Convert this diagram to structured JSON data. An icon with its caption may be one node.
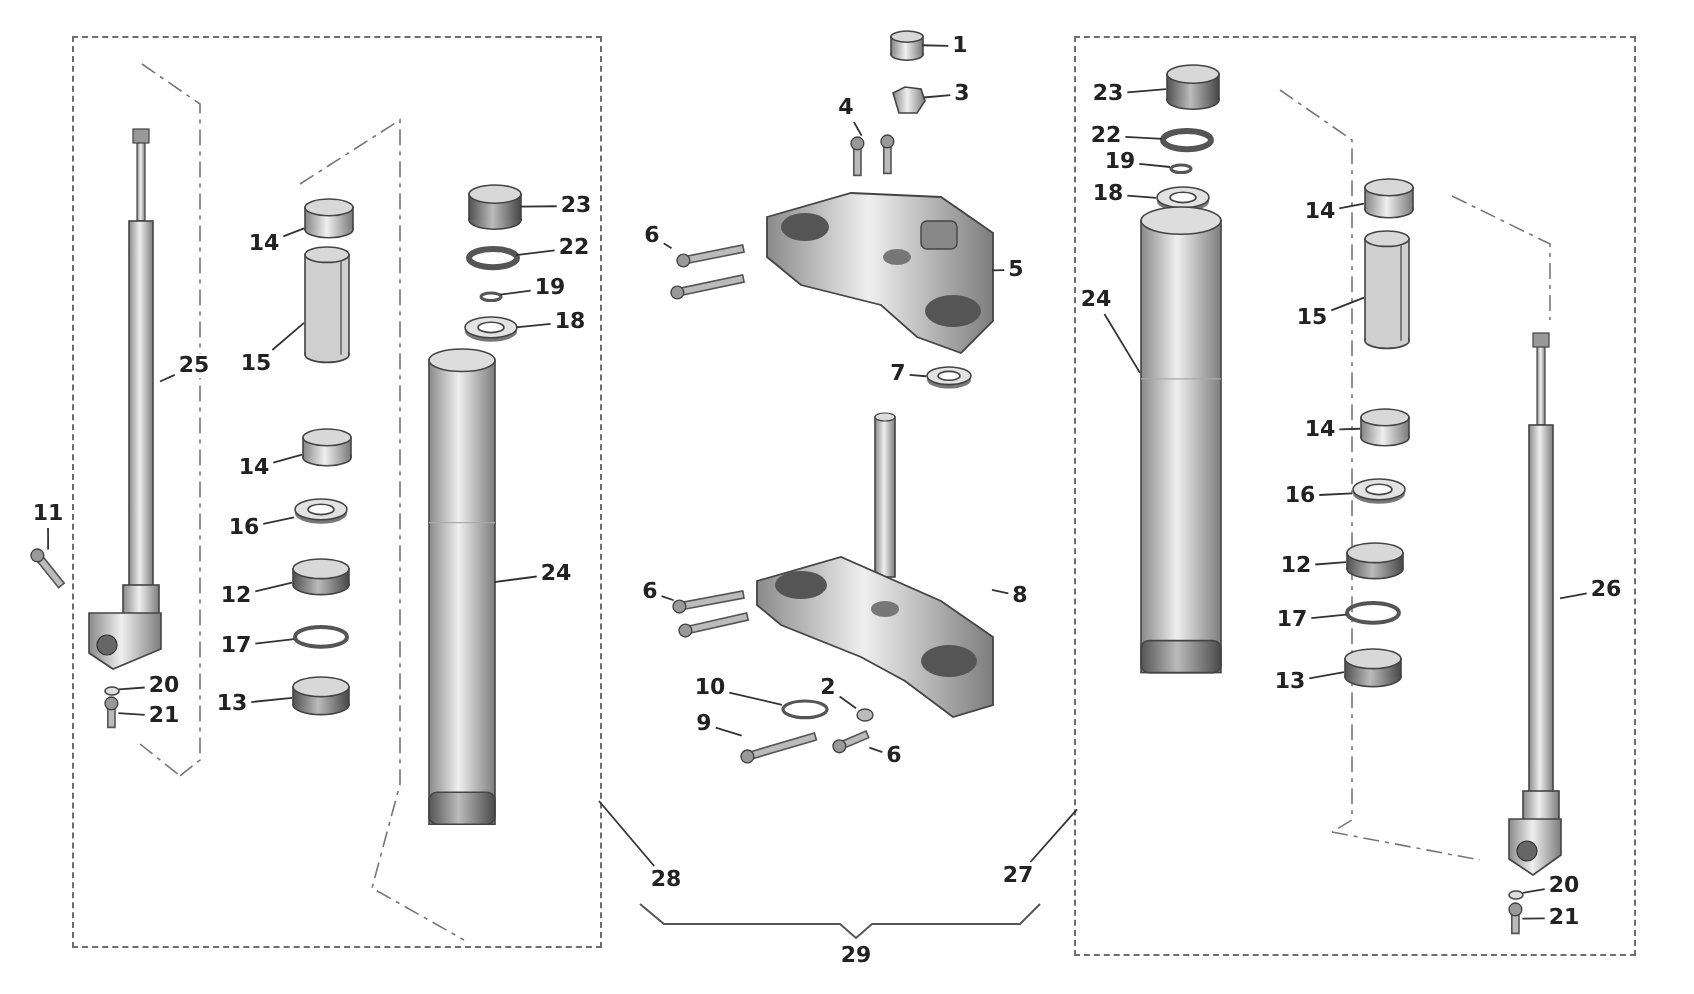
{
  "diagram": {
    "nodes": [
      {
        "text": [],
        "shape": "box"
      },
      {
        "text": [
          "25"
        ],
        "in": 0
      },
      {
        "text": [],
        "shape": "picture",
        "in": 0
      },
      {
        "text": [
          "11"
        ]
      },
      {
        "text": [],
        "shape": "picture"
      },
      {
        "text": [
          "20"
        ],
        "in": 0
      },
      {
        "text": [],
        "shape": "circle",
        "in": 0
      },
      {
        "text": [
          "21"
        ],
        "in": 0
      },
      {
        "text": [],
        "shape": "picture",
        "in": 0
      },
      {
        "text": [
          "14"
        ],
        "in": 0
      },
      {
        "text": [],
        "shape": "picture",
        "in": 0
      },
      {
        "text": [
          "15"
        ],
        "in": 0
      },
      {
        "text": [],
        "shape": "picture",
        "in": 0
      },
      {
        "text": [
          "14"
        ],
        "in": 0
      },
      {
        "text": [],
        "shape": "picture",
        "in": 0
      },
      {
        "text": [
          "16"
        ],
        "in": 0
      },
      {
        "text": [],
        "shape": "picture",
        "in": 0
      },
      {
        "text": [
          "12"
        ],
        "in": 0
      },
      {
        "text": [],
        "shape": "picture",
        "in": 0
      },
      {
        "text": [
          "17"
        ],
        "in": 0
      },
      {
        "text": [],
        "shape": "circle",
        "in": 0
      },
      {
        "text": [
          "13"
        ],
        "in": 0
      },
      {
        "text": [],
        "shape": "picture",
        "in": 0
      },
      {
        "text": [
          "23"
        ],
        "in": 0
      },
      {
        "text": [],
        "shape": "picture",
        "in": 0
      },
      {
        "text": [
          "22"
        ],
        "in": 0
      },
      {
        "text": [],
        "shape": "circle",
        "in": 0
      },
      {
        "text": [
          "19"
        ],
        "in": 0
      },
      {
        "text": [],
        "shape": "circle",
        "in": 0
      },
      {
        "text": [
          "18"
        ],
        "in": 0
      },
      {
        "text": [],
        "shape": "picture",
        "in": 0
      },
      {
        "text": [
          "24"
        ],
        "in": 0
      },
      {
        "text": [],
        "shape": "picture",
        "in": 0
      },
      {
        "text": [
          "28"
        ]
      },
      {
        "text": [
          "1"
        ]
      },
      {
        "text": [],
        "shape": "picture"
      },
      {
        "text": [
          "3"
        ]
      },
      {
        "text": [],
        "shape": "picture"
      },
      {
        "text": [
          "4"
        ]
      },
      {
        "text": [],
        "shape": "picture"
      },
      {
        "text": [
          "6"
        ]
      },
      {
        "text": [],
        "shape": "picture"
      },
      {
        "text": [
          "5"
        ]
      },
      {
        "text": [],
        "shape": "picture"
      },
      {
        "text": [
          "7"
        ]
      },
      {
        "text": [],
        "shape": "picture"
      },
      {
        "text": [
          "6"
        ]
      },
      {
        "text": [],
        "shape": "picture"
      },
      {
        "text": [
          "8"
        ]
      },
      {
        "text": [],
        "shape": "picture"
      },
      {
        "text": [
          "10"
        ]
      },
      {
        "text": [],
        "shape": "circle"
      },
      {
        "text": [
          "2"
        ]
      },
      {
        "text": [],
        "shape": "circle"
      },
      {
        "text": [
          "9"
        ]
      },
      {
        "text": [],
        "shape": "bar"
      },
      {
        "text": [
          "6"
        ]
      },
      {
        "text": [],
        "shape": "bar"
      },
      {
        "text": [
          "29"
        ]
      },
      {
        "text": [
          "27"
        ]
      },
      {
        "text": [],
        "shape": "box"
      },
      {
        "text": [
          "23"
        ],
        "in": 60
      },
      {
        "text": [],
        "shape": "picture",
        "in": 60
      },
      {
        "text": [
          "22"
        ],
        "in": 60
      },
      {
        "text": [],
        "shape": "circle",
        "in": 60
      },
      {
        "text": [
          "19"
        ],
        "in": 60
      },
      {
        "text": [],
        "shape": "circle",
        "in": 60
      },
      {
        "text": [
          "18"
        ],
        "in": 60
      },
      {
        "text": [],
        "shape": "picture",
        "in": 60
      },
      {
        "text": [
          "24"
        ],
        "in": 60
      },
      {
        "text": [],
        "shape": "picture",
        "in": 60
      },
      {
        "text": [
          "14"
        ],
        "in": 60
      },
      {
        "text": [],
        "shape": "picture",
        "in": 60
      },
      {
        "text": [
          "15"
        ],
        "in": 60
      },
      {
        "text": [],
        "shape": "picture",
        "in": 60
      },
      {
        "text": [
          "14"
        ],
        "in": 60
      },
      {
        "text": [],
        "shape": "picture",
        "in": 60
      },
      {
        "text": [
          "16"
        ],
        "in": 60
      },
      {
        "text": [],
        "shape": "picture",
        "in": 60
      },
      {
        "text": [
          "12"
        ],
        "in": 60
      },
      {
        "text": [],
        "shape": "picture",
        "in": 60
      },
      {
        "text": [
          "17"
        ],
        "in": 60
      },
      {
        "text": [],
        "shape": "circle",
        "in": 60
      },
      {
        "text": [
          "13"
        ],
        "in": 60
      },
      {
        "text": [],
        "shape": "picture",
        "in": 60
      },
      {
        "text": [
          "26"
        ],
        "in": 60
      },
      {
        "text": [],
        "shape": "picture",
        "in": 60
      },
      {
        "text": [
          "20"
        ],
        "in": 60
      },
      {
        "text": [],
        "shape": "circle",
        "in": 60
      },
      {
        "text": [
          "21"
        ],
        "in": 60
      },
      {
        "text": [],
        "shape": "picture",
        "in": 60
      }
    ],
    "edges": [
      {
        "from": 1,
        "to": 2,
        "arrow": "none"
      },
      {
        "from": 3,
        "to": 4,
        "arrow": "none"
      },
      {
        "from": 5,
        "to": 6,
        "arrow": "none"
      },
      {
        "from": 7,
        "to": 8,
        "arrow": "none"
      },
      {
        "from": 9,
        "to": 10,
        "arrow": "none"
      },
      {
        "from": 11,
        "to": 12,
        "arrow": "none"
      },
      {
        "from": 13,
        "to": 14,
        "arrow": "none"
      },
      {
        "from": 15,
        "to": 16,
        "arrow": "none"
      },
      {
        "from": 17,
        "to": 18,
        "arrow": "none"
      },
      {
        "from": 19,
        "to": 20,
        "arrow": "none"
      },
      {
        "from": 21,
        "to": 22,
        "arrow": "none"
      },
      {
        "from": 23,
        "to": 24,
        "arrow": "none"
      },
      {
        "from": 25,
        "to": 26,
        "arrow": "none"
      },
      {
        "from": 27,
        "to": 28,
        "arrow": "none"
      },
      {
        "from": 29,
        "to": 30,
        "arrow": "none"
      },
      {
        "from": 31,
        "to": 32,
        "arrow": "none"
      },
      {
        "from": 33,
        "to": 0,
        "arrow": "none"
      },
      {
        "from": 34,
        "to": 35,
        "arrow": "none"
      },
      {
        "from": 36,
        "to": 37,
        "arrow": "none"
      },
      {
        "from": 38,
        "to": 39,
        "arrow": "none"
      },
      {
        "from": 40,
        "to": 41,
        "arrow": "none"
      },
      {
        "from": 42,
        "to": 43,
        "arrow": "none"
      },
      {
        "from": 44,
        "to": 45,
        "arrow": "none"
      },
      {
        "from": 46,
        "to": 47,
        "arrow": "none"
      },
      {
        "from": 48,
        "to": 49,
        "arrow": "none"
      },
      {
        "from": 50,
        "to": 51,
        "arrow": "none"
      },
      {
        "from": 52,
        "to": 53,
        "arrow": "none"
      },
      {
        "from": 54,
        "to": 55,
        "arrow": "none"
      },
      {
        "from": 56,
        "to": 57,
        "arrow": "none"
      },
      {
        "from": 59,
        "to": 60,
        "arrow": "none"
      },
      {
        "from": 61,
        "to": 62,
        "arrow": "none"
      },
      {
        "from": 63,
        "to": 64,
        "arrow": "none"
      },
      {
        "from": 65,
        "to": 66,
        "arrow": "none"
      },
      {
        "from": 67,
        "to": 68,
        "arrow": "none"
      },
      {
        "from": 69,
        "to": 70,
        "arrow": "none"
      },
      {
        "from": 71,
        "to": 72,
        "arrow": "none"
      },
      {
        "from": 73,
        "to": 74,
        "arrow": "none"
      },
      {
        "from": 75,
        "to": 76,
        "arrow": "none"
      },
      {
        "from": 77,
        "to": 78,
        "arrow": "none"
      },
      {
        "from": 79,
        "to": 80,
        "arrow": "none"
      },
      {
        "from": 81,
        "to": 82,
        "arrow": "none"
      },
      {
        "from": 83,
        "to": 84,
        "arrow": "none"
      },
      {
        "from": 85,
        "to": 86,
        "arrow": "none"
      },
      {
        "from": 87,
        "to": 88,
        "arrow": "none"
      },
      {
        "from": 89,
        "to": 90,
        "arrow": "none"
      }
    ]
  }
}
